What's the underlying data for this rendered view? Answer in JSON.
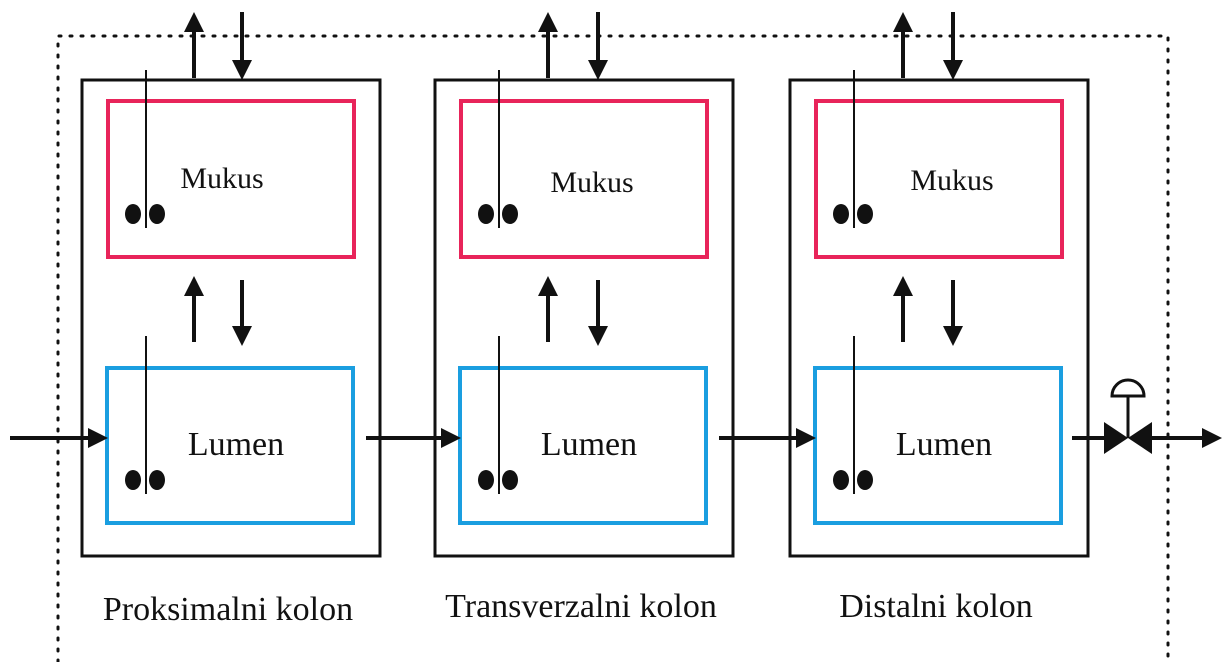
{
  "compartments": [
    {
      "mukus_label": "Mukus",
      "lumen_label": "Lumen",
      "column_label": "Proksimalni kolon"
    },
    {
      "mukus_label": "Mukus",
      "lumen_label": "Lumen",
      "column_label": "Transverzalni kolon"
    },
    {
      "mukus_label": "Mukus",
      "lumen_label": "Lumen",
      "column_label": "Distalni kolon"
    }
  ],
  "colors": {
    "mukus_border": "#e8245a",
    "lumen_border": "#1a9ee0",
    "stroke": "#111111"
  },
  "icons": {
    "stirrer": "stirrer-icon",
    "valve": "valve-icon"
  }
}
